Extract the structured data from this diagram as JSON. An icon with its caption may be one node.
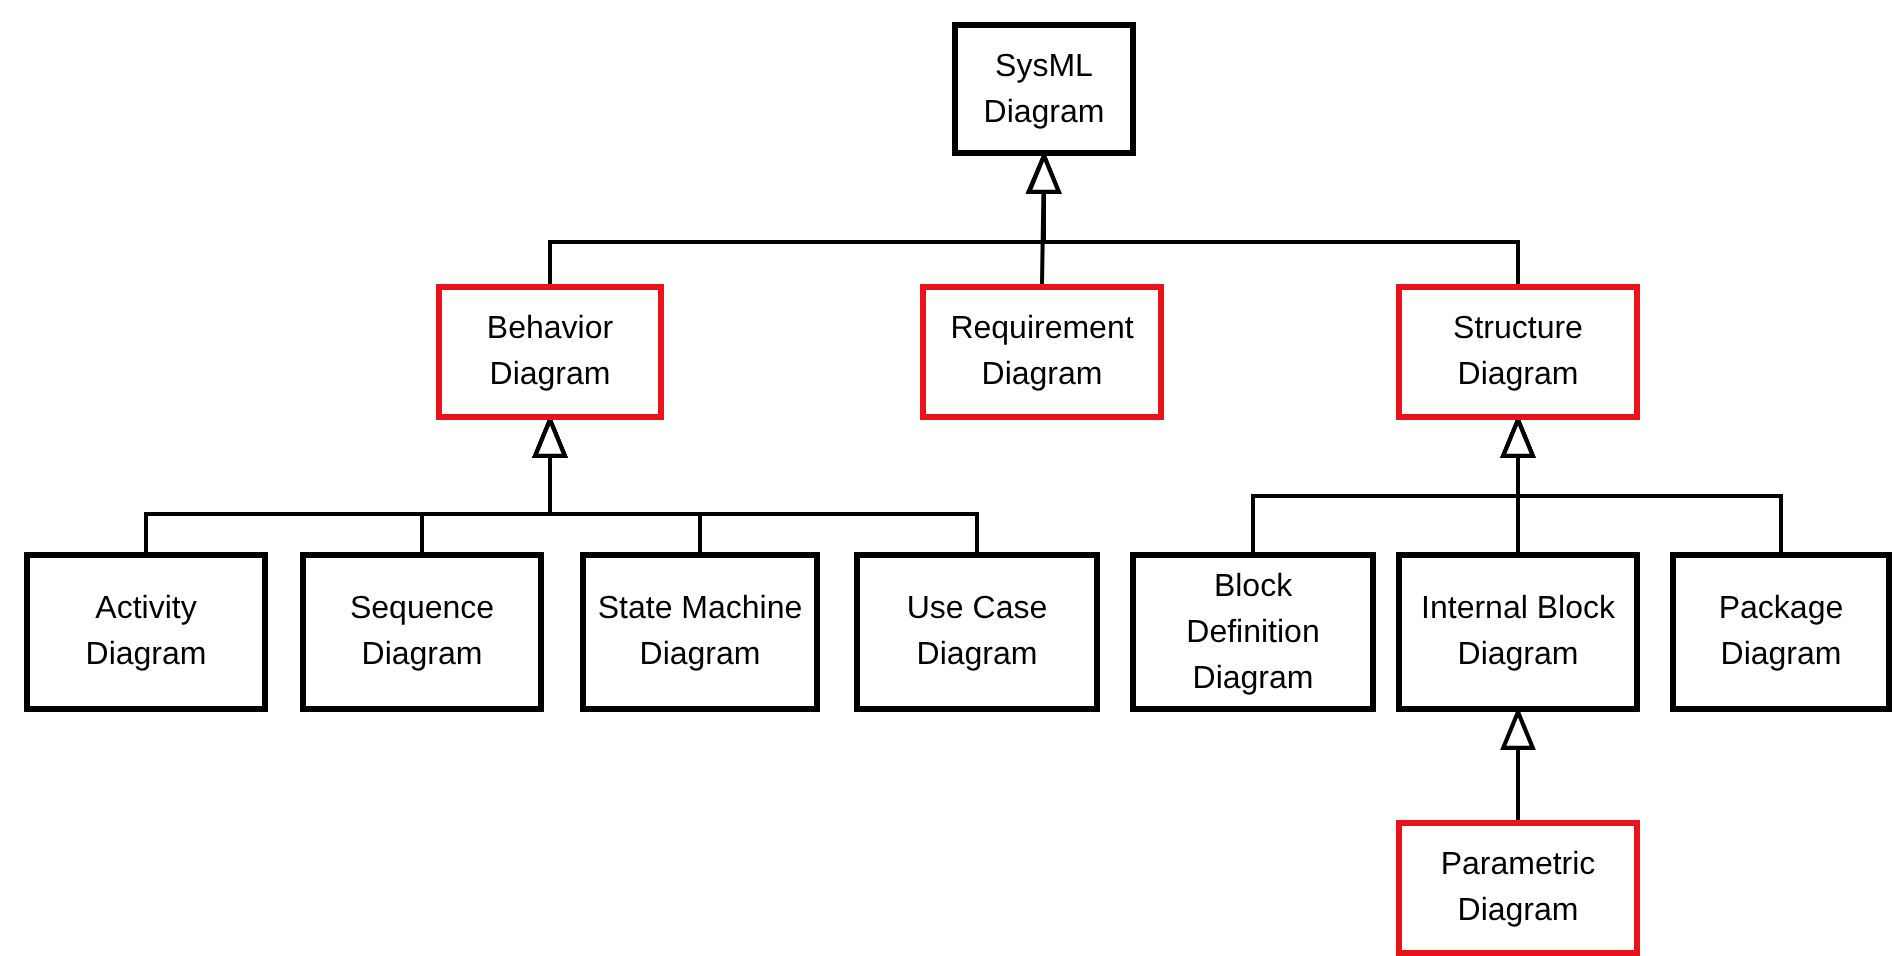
{
  "diagram": {
    "nodes": [
      {
        "text": [
          "SysML Diagram"
        ]
      },
      {
        "text": [
          "Behavior Diagram"
        ]
      },
      {
        "text": [
          "Requirement Diagram"
        ]
      },
      {
        "text": [
          "Structure Diagram"
        ]
      },
      {
        "text": [
          "Activity Diagram"
        ]
      },
      {
        "text": [
          "Sequence Diagram"
        ]
      },
      {
        "text": [
          "State Machine Diagram"
        ]
      },
      {
        "text": [
          "Use Case Diagram"
        ]
      },
      {
        "text": [
          "Block Definition Diagram"
        ]
      },
      {
        "text": [
          "Internal Block Diagram"
        ]
      },
      {
        "text": [
          "Package Diagram"
        ]
      },
      {
        "text": [
          "Parametric Diagram"
        ]
      }
    ],
    "edges": [
      {
        "from": 1,
        "to": 0,
        "arrow": "to"
      },
      {
        "from": 2,
        "to": 0,
        "arrow": "to"
      },
      {
        "from": 3,
        "to": 0,
        "arrow": "to"
      },
      {
        "from": 4,
        "to": 1,
        "arrow": "to"
      },
      {
        "from": 5,
        "to": 1,
        "arrow": "to"
      },
      {
        "from": 6,
        "to": 1,
        "arrow": "to"
      },
      {
        "from": 7,
        "to": 1,
        "arrow": "to"
      },
      {
        "from": 8,
        "to": 3,
        "arrow": "to"
      },
      {
        "from": 9,
        "to": 3,
        "arrow": "to"
      },
      {
        "from": 10,
        "to": 3,
        "arrow": "to"
      },
      {
        "from": 11,
        "to": 9,
        "arrow": "to"
      }
    ]
  }
}
